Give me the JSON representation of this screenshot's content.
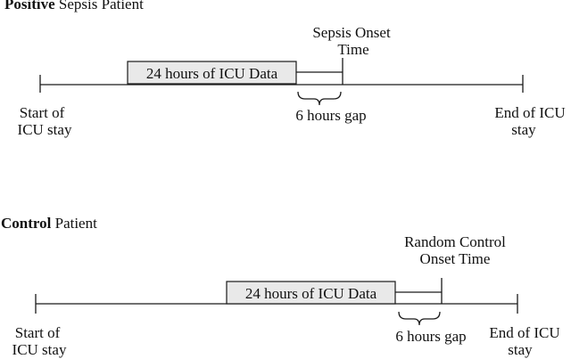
{
  "positive": {
    "title_bold": "Positive",
    "title_rest": " Sepsis Patient",
    "onset_line1": "Sepsis Onset",
    "onset_line2": "Time",
    "data_box": "24 hours of ICU Data",
    "gap_label": "6 hours gap",
    "start_line1": "Start of",
    "start_line2": "ICU stay",
    "end_line1": "End of ICU",
    "end_line2": "stay"
  },
  "control": {
    "title_bold": "Control",
    "title_rest": " Patient",
    "onset_line1": "Random Control",
    "onset_line2": "Onset Time",
    "data_box": "24 hours of ICU Data",
    "gap_label": "6 hours gap",
    "start_line1": "Start of",
    "start_line2": "ICU stay",
    "end_line1": "End of ICU",
    "end_line2": "stay"
  }
}
